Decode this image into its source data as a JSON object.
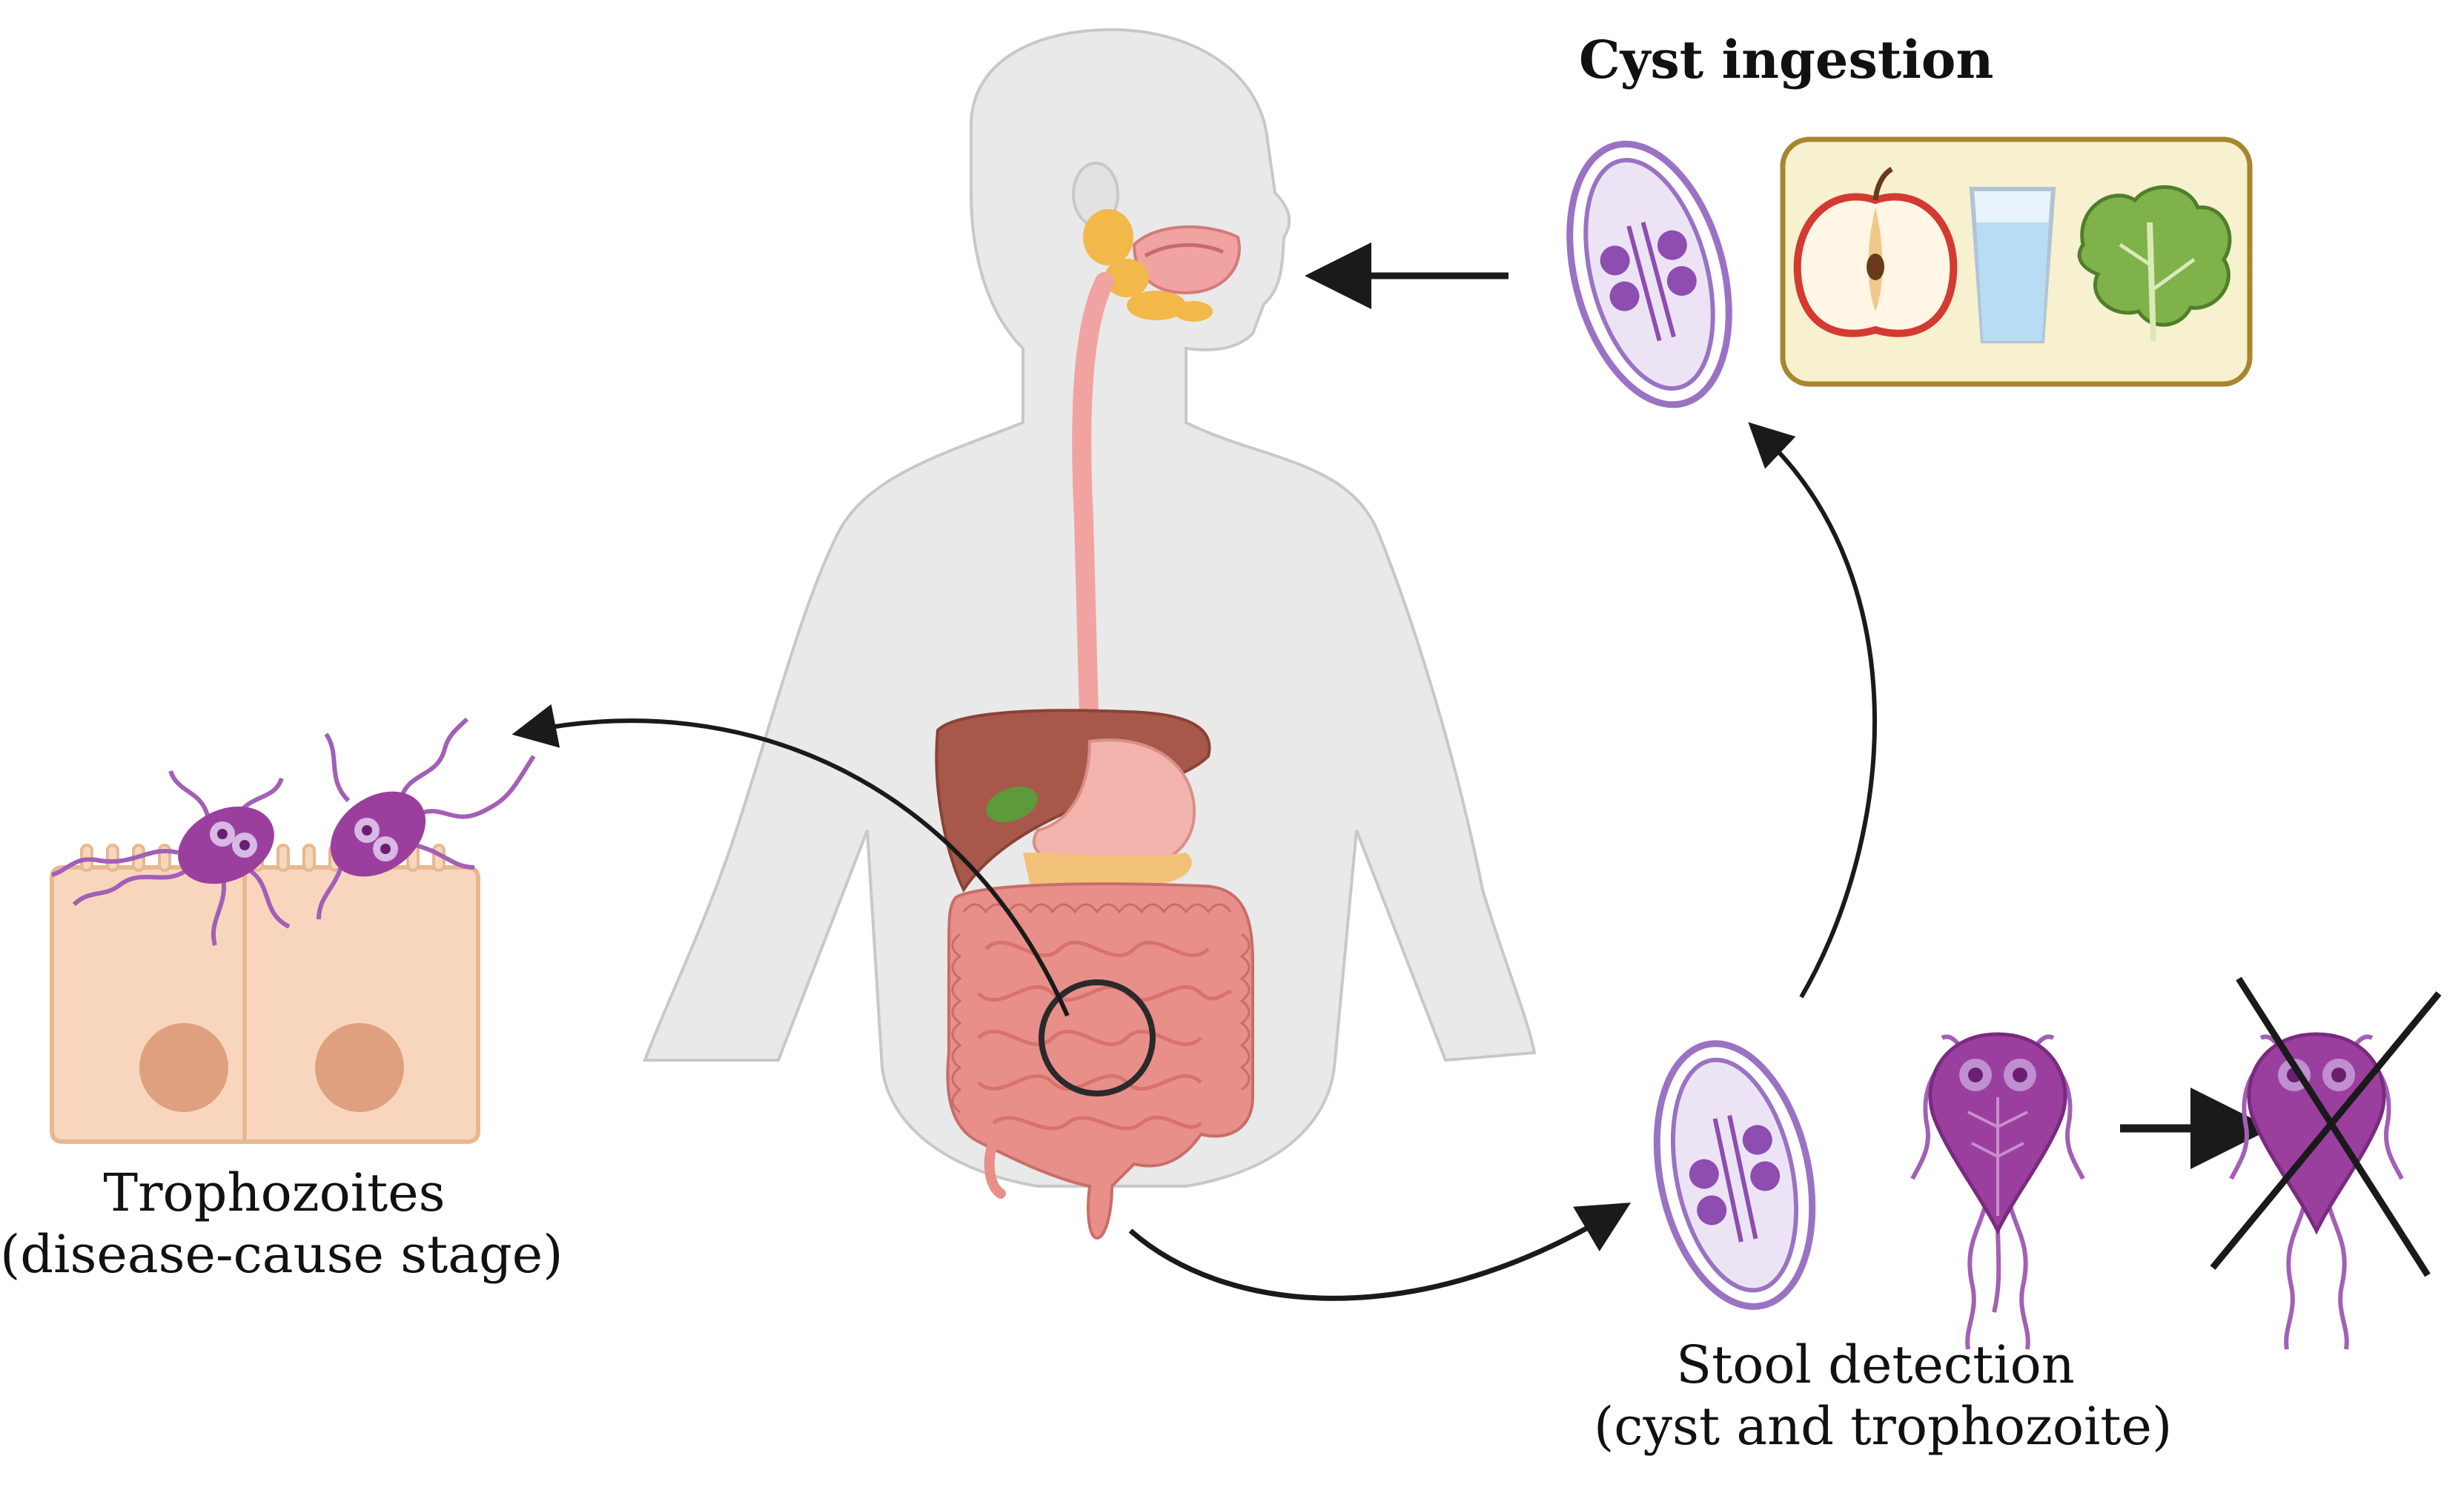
{
  "labels": {
    "cyst_ingestion": "Cyst ingestion",
    "trophozoites_line1": "Trophozoites",
    "trophozoites_line2": "(disease-cause stage)",
    "stool_line1": "Stool detection",
    "stool_line2": "(cyst and trophozoite)"
  },
  "colors": {
    "body": "#e9e9e9",
    "body_outline": "#c8c8c8",
    "esophagus": "#f0a3a0",
    "liver": "#a8584a",
    "stomach": "#f2b4ac",
    "intestine": "#e88f8a",
    "gallbladder": "#5c9a3a",
    "pancreas": "#f2c27a",
    "salivary": "#f2b84a",
    "cyst_fill": "#ece4f4",
    "cyst_outline": "#9a72c4",
    "nucleus": "#8e4db0",
    "trophozoite": "#9b3f9f",
    "flagella": "#a35fb5",
    "cell": "#f8d6bd",
    "cell_outline": "#e7b88f",
    "cell_nucleus": "#dfa080",
    "food_box": "#f7f1cf",
    "food_box_outline": "#a8862e",
    "arrow": "#1a1a1a"
  },
  "icons": [
    "human-body",
    "cyst",
    "apple",
    "water-glass",
    "lettuce",
    "trophozoite",
    "intestinal-cells",
    "cross-mark"
  ]
}
